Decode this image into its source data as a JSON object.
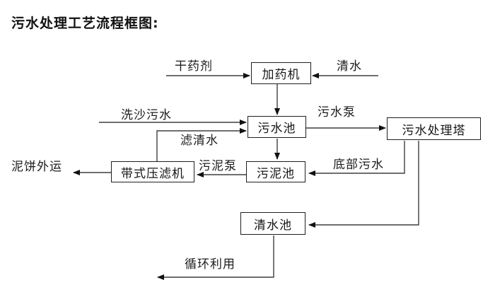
{
  "page": {
    "title": "污水处理工艺流程框图:"
  },
  "diagram": {
    "type": "flowchart",
    "nodes": {
      "dosing_machine": "加药机",
      "sewage_pool": "污水池",
      "sewage_treatment_tower": "污水处理塔",
      "belt_filter_press": "带式压滤机",
      "sludge_pool": "污泥池",
      "clean_water_pool": "清水池"
    },
    "flow_labels": {
      "dry_agent": "干药剂",
      "clean_water": "清水",
      "sand_washing_sewage": "洗沙污水",
      "filtered_water": "滤清水",
      "sewage_pump": "污水泵",
      "sludge_pump": "污泥泵",
      "bottom_sewage": "底部污水",
      "mud_cake_transport": "泥饼外运",
      "recycle_use": "循环利用"
    },
    "edges": [
      "干药剂 → 加药机",
      "清水 → 加药机",
      "加药机 → 污水池",
      "洗沙污水 → 污水池",
      "带式压滤机 →(滤清水) 污水池",
      "污水池 →(污水泵) 污水处理塔",
      "污水池 → 污泥池",
      "污泥池 →(污泥泵) 带式压滤机",
      "带式压滤机 → 泥饼外运",
      "污水处理塔 →(底部污水) 污泥池",
      "污水处理塔 → 清水池",
      "清水池 → 循环利用"
    ],
    "colors": {
      "line": "#3f3f3f",
      "box_border": "#1f1f1f",
      "text": "#161616",
      "background": "#ffffff"
    }
  }
}
